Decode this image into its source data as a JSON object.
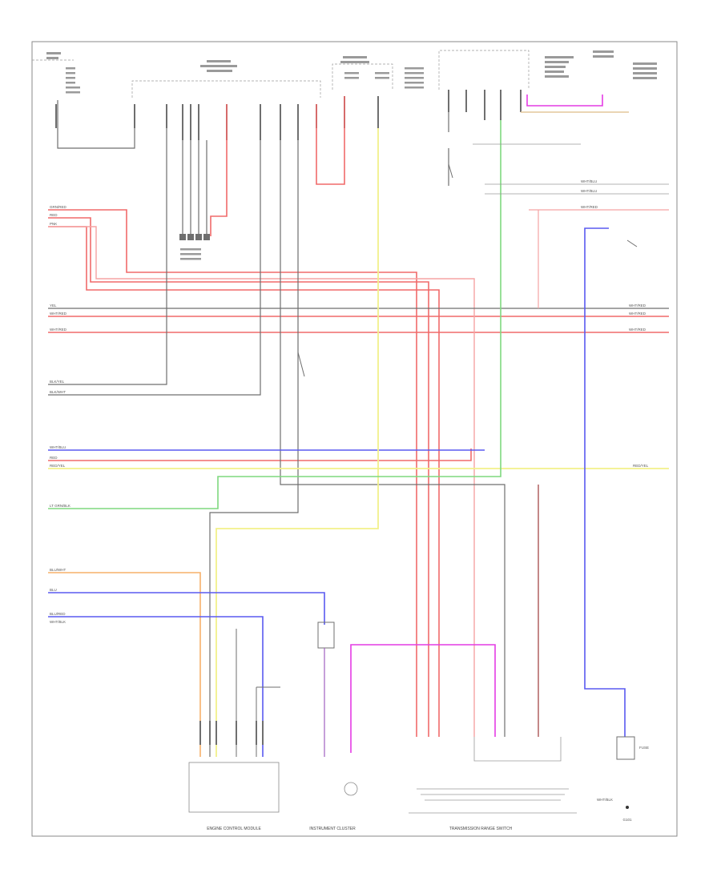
{
  "diagram": {
    "colors": {
      "red": "#f06a6a",
      "pink": "#f5a3a3",
      "green": "#7ed97e",
      "yellow": "#f2f08a",
      "orange": "#f7b16a",
      "blue": "#5a5af0",
      "magenta": "#e43ce4",
      "purple": "#a060c0",
      "gray": "#6f6f6f",
      "darkred": "#9c3a3a",
      "tan": "#e3c79a",
      "frame": "#8a8a8a"
    },
    "labels": {
      "left_rows": [
        "GRN/RED",
        "RED",
        "PNK",
        "YEL",
        "WHT/RED",
        "WHT/RED",
        "BLK/YEL",
        "BLK/WHT",
        "WHT/BLU",
        "RED",
        "RED/YEL",
        "LT GRN/BLK",
        "BLU/WHT",
        "BLU",
        "BLU/RED",
        "WHT/BLK"
      ],
      "right_rows": [
        "WHT/RED",
        "WHT/RED",
        "WHT/RED",
        "RED/YEL",
        "WHT/BLU",
        "WHT/BLU",
        "WHT/RED",
        "WHT/BLK"
      ],
      "components": {
        "engine_control_module": "ENGINE CONTROL MODULE",
        "instrument_cluster": "INSTRUMENT CLUSTER",
        "transmission_range_switch": "TRANSMISSION RANGE SWITCH",
        "fuse": "FUSE",
        "ground": "G101"
      }
    }
  }
}
